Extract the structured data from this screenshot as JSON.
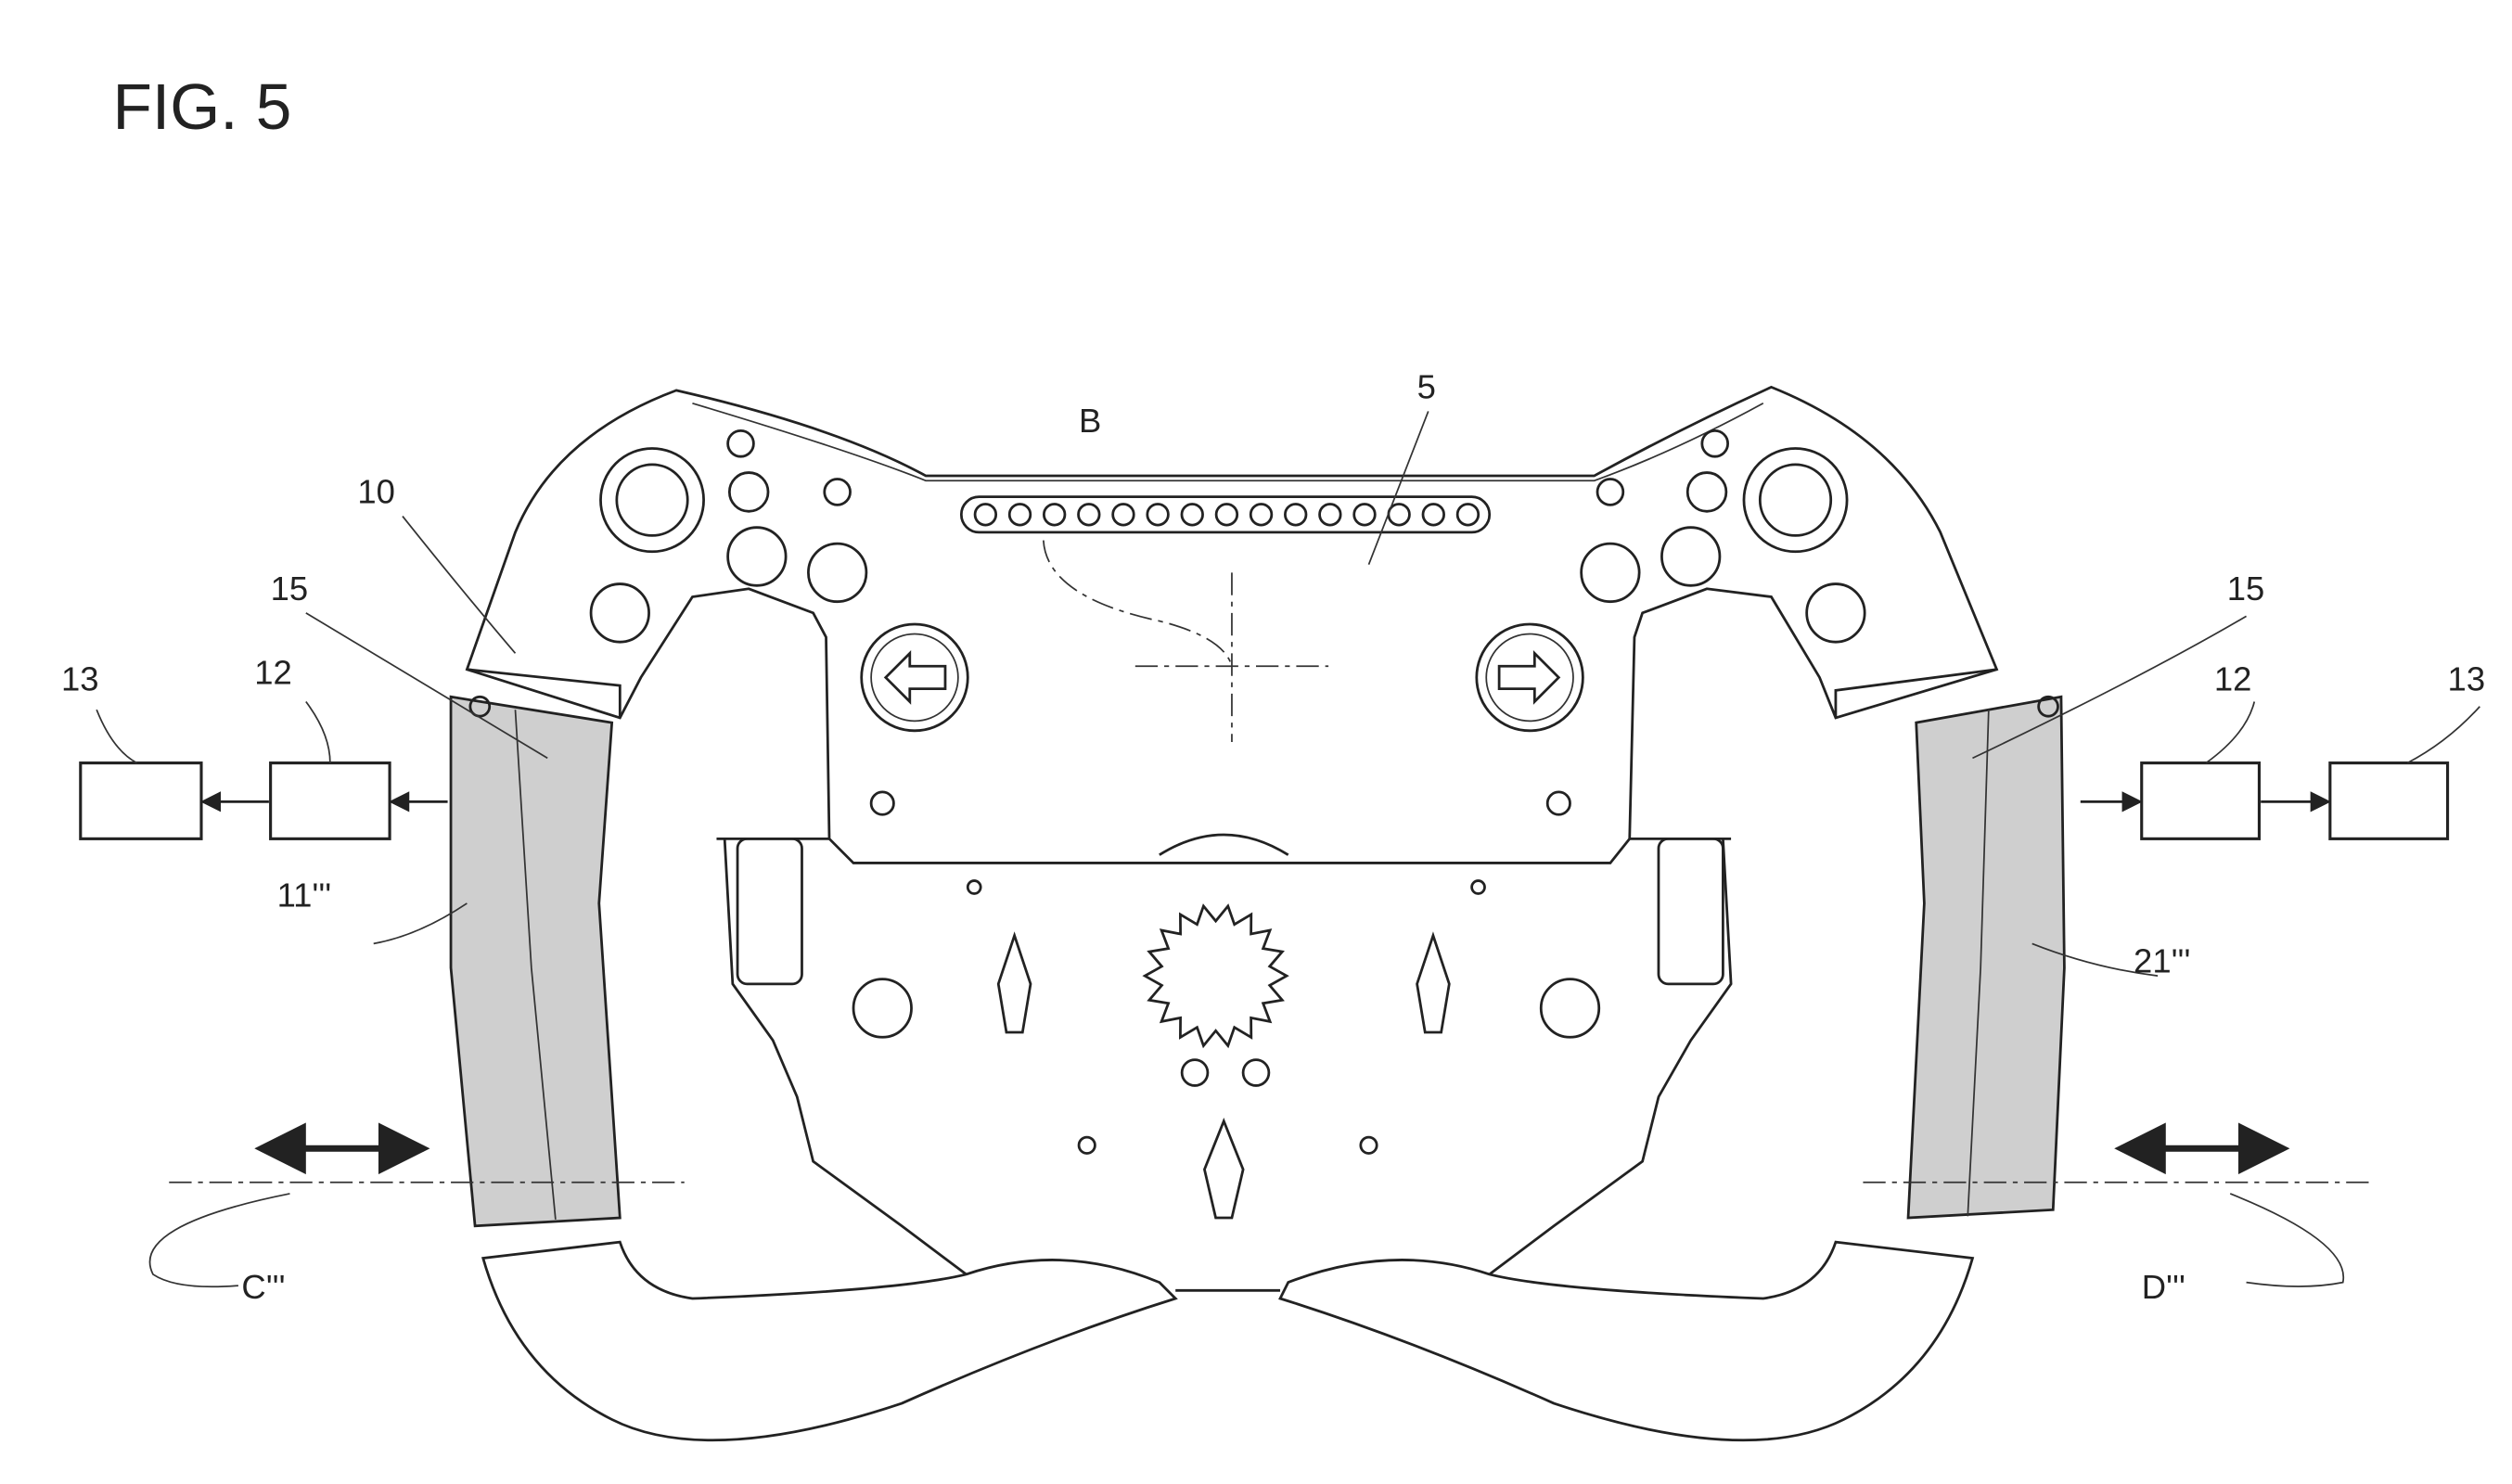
{
  "figure": {
    "title": "FIG. 5"
  },
  "labels": {
    "wheel": "5",
    "axis_b": "B",
    "part_10": "10",
    "left_15": "15",
    "left_12": "12",
    "left_13": "13",
    "left_grip": "11'''",
    "left_axis": "C'''",
    "right_15": "15",
    "right_12": "12",
    "right_13": "13",
    "right_grip": "21'''",
    "right_axis": "D'''"
  },
  "colors": {
    "line": "#222222",
    "shade": "#cfcfcf"
  }
}
